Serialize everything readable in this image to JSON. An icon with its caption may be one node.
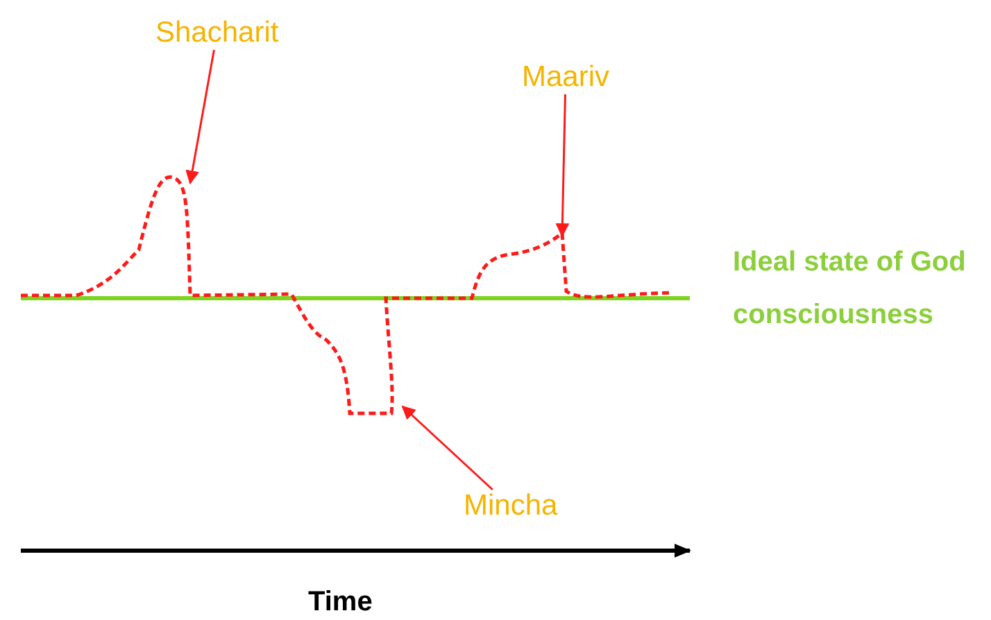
{
  "diagram": {
    "nodes": [
      {
        "text": [
          "Shacharit"
        ]
      },
      {
        "text": [
          "Maariv"
        ]
      },
      {
        "text": [
          "Mincha"
        ]
      }
    ],
    "edges": [
      {
        "from": 0,
        "to": null,
        "arrow": "to"
      },
      {
        "from": 1,
        "to": null,
        "arrow": "to"
      },
      {
        "from": 2,
        "to": null,
        "arrow": "to"
      }
    ],
    "labels": [
      "Ideal state of God consciousness",
      "Time"
    ]
  }
}
